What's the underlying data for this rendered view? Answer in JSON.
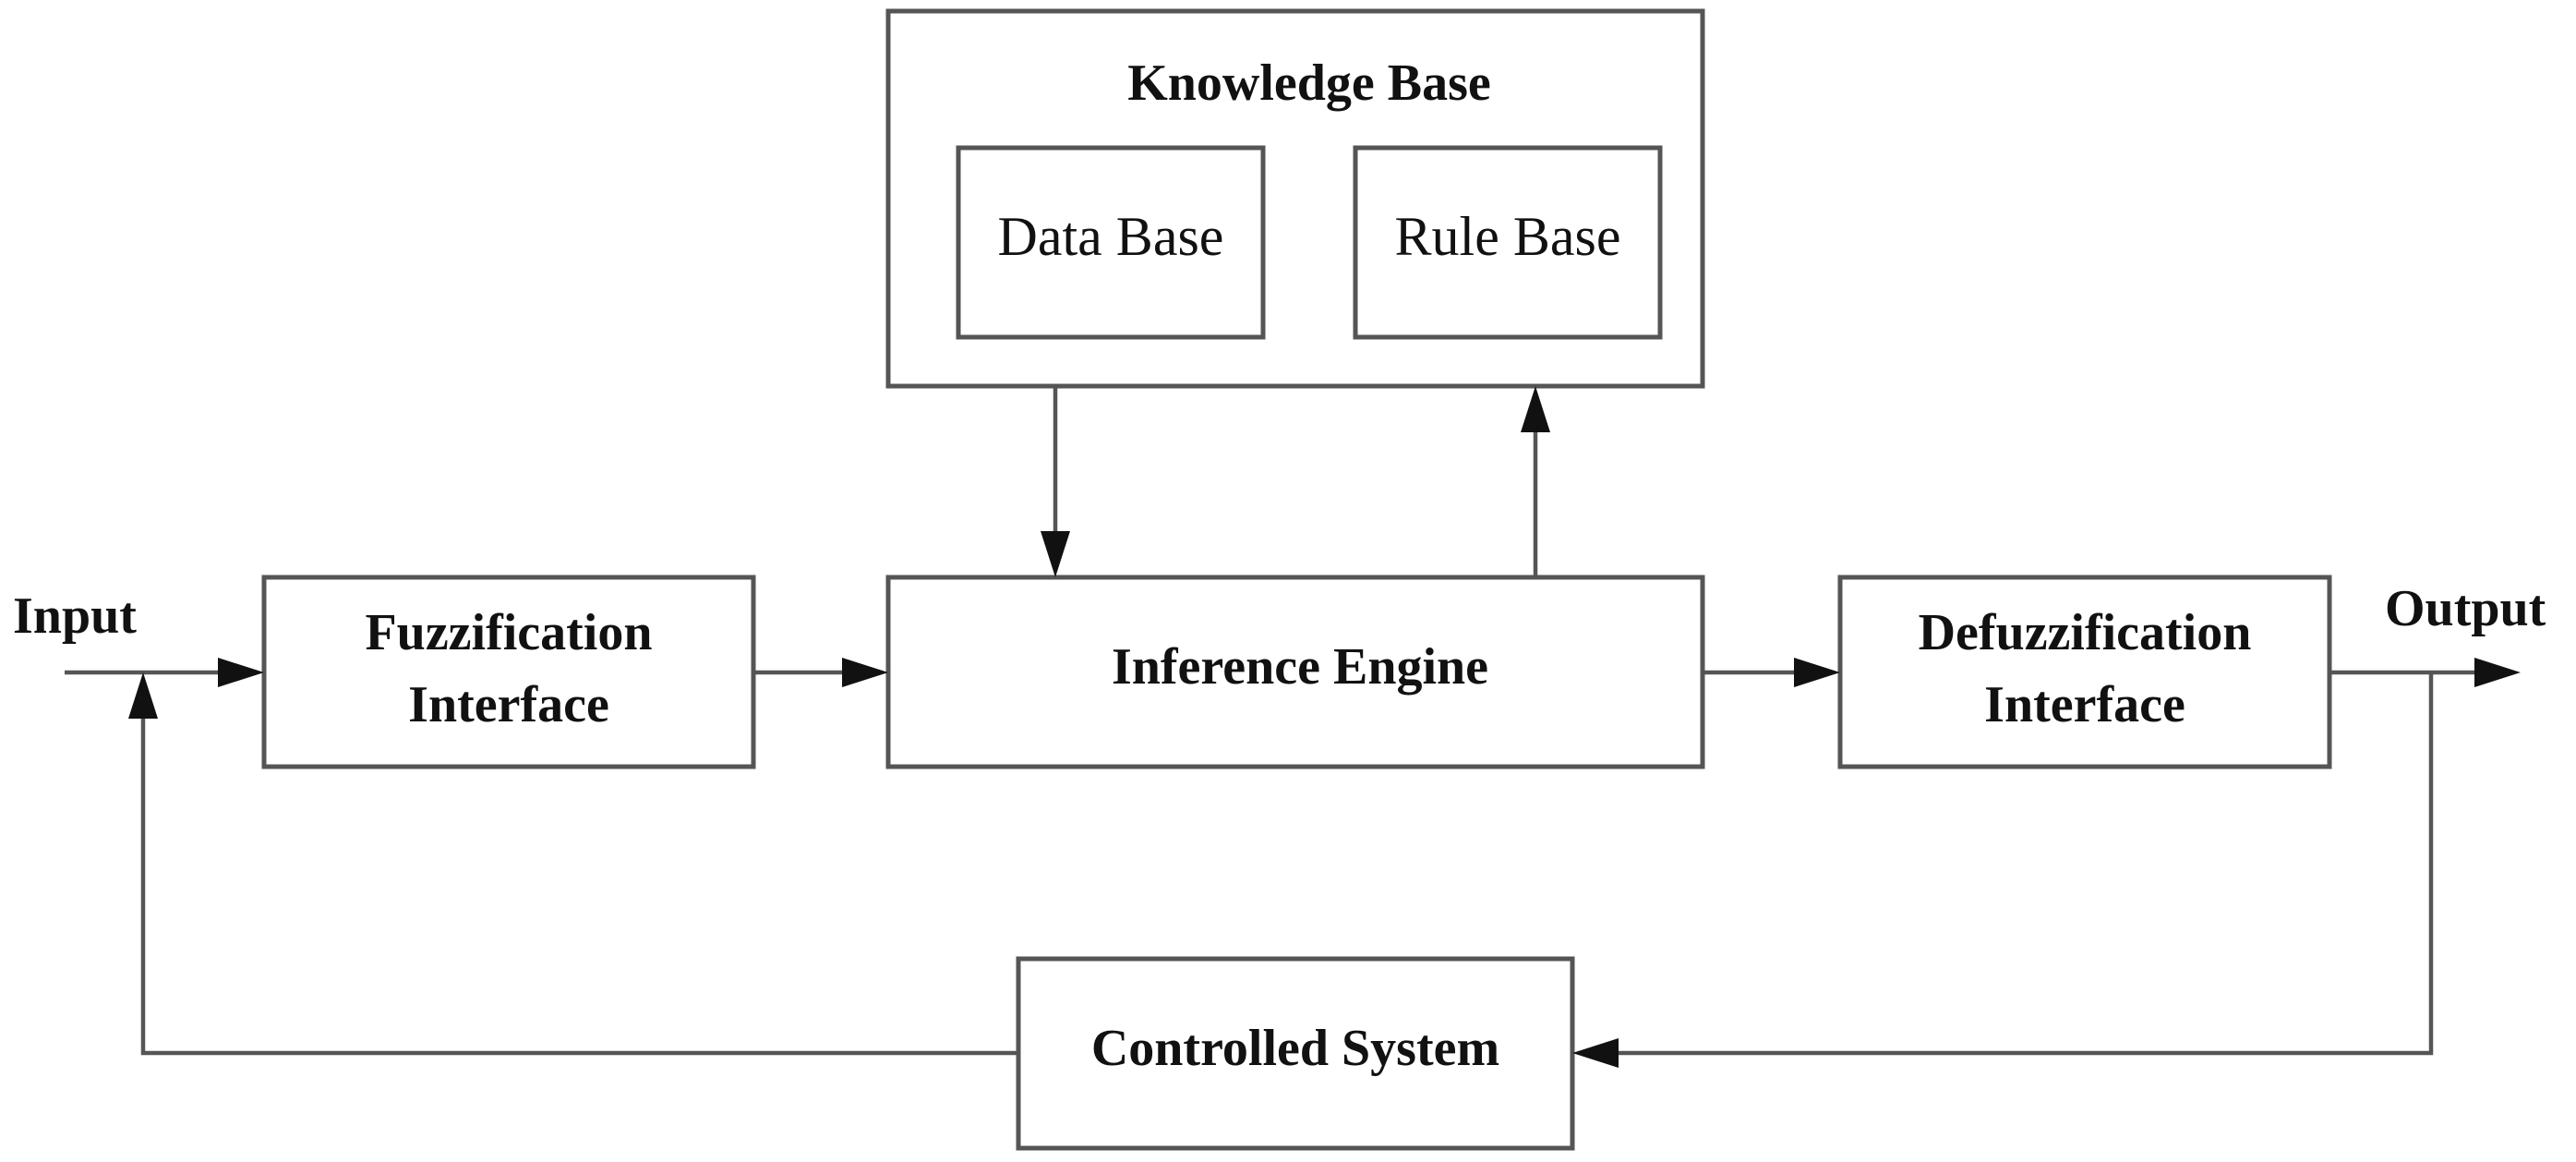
{
  "blocks": {
    "knowledge_base": "Knowledge Base",
    "data_base": "Data Base",
    "rule_base": "Rule Base",
    "fuzzification_line1": "Fuzzification",
    "fuzzification_line2": "Interface",
    "inference_engine": "Inference Engine",
    "defuzzification_line1": "Defuzzification",
    "defuzzification_line2": "Interface",
    "controlled_system": "Controlled System"
  },
  "signals": {
    "input": "Input",
    "output": "Output"
  }
}
